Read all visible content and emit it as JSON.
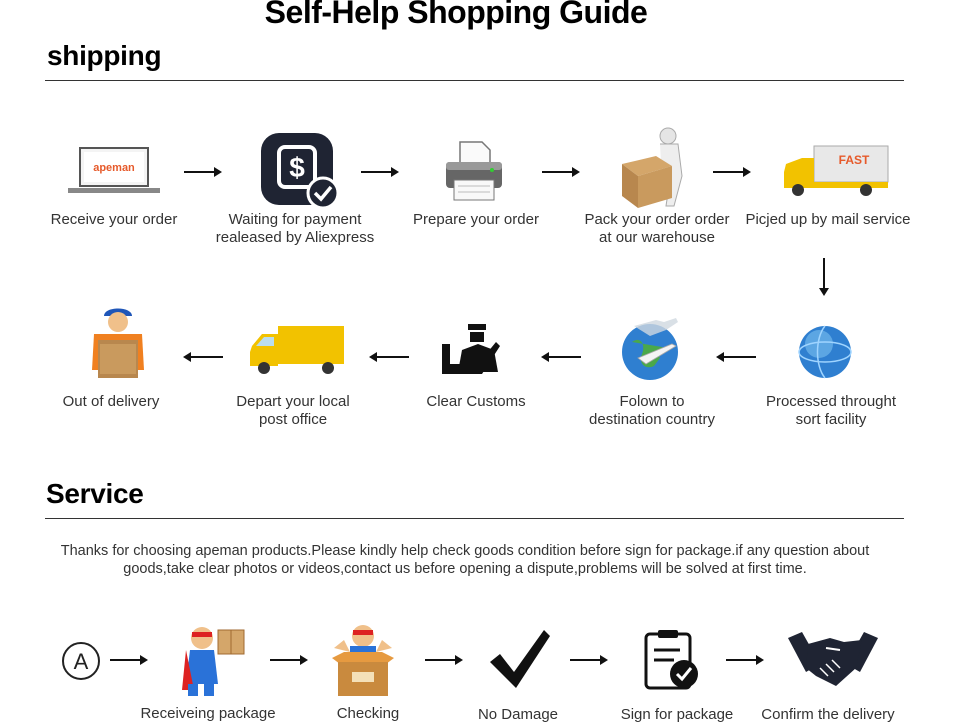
{
  "title": "Self-Help Shopping Guide",
  "shipping": {
    "heading": "shipping",
    "steps": [
      {
        "line1": "Receive your order",
        "line2": "",
        "icon": "computer-monitor-icon",
        "brand": "apeman"
      },
      {
        "line1": "Waiting for payment",
        "line2": "realeased by Aliexpress",
        "icon": "payment-check-icon"
      },
      {
        "line1": "Prepare your order",
        "line2": "",
        "icon": "printer-icon"
      },
      {
        "line1": "Pack your order order",
        "line2": "at our warehouse",
        "icon": "worker-box-icon"
      },
      {
        "line1": "Picjed up by mail service",
        "line2": "",
        "icon": "fast-truck-icon",
        "truck_text": "FAST"
      },
      {
        "line1": "Processed throught",
        "line2": "sort facility",
        "icon": "globe-icon"
      },
      {
        "line1": "Folown to",
        "line2": "destination country",
        "icon": "globe-airplane-icon"
      },
      {
        "line1": "Clear Customs",
        "line2": "",
        "icon": "customs-officer-icon"
      },
      {
        "line1": "Depart your local",
        "line2": "post office",
        "icon": "delivery-truck-icon"
      },
      {
        "line1": "Out of delivery",
        "line2": "",
        "icon": "courier-package-icon"
      }
    ]
  },
  "service": {
    "heading": "Service",
    "text_line1": "Thanks for choosing apeman products.Please kindly help check goods condition before sign for package.if any question about",
    "text_line2": "goods,take clear photos or videos,contact us before opening a dispute,problems will be solved at first time.",
    "start_letter": "A",
    "steps": [
      {
        "label": "Receiveing package",
        "icon": "superhero-package-icon"
      },
      {
        "label": "Checking",
        "icon": "superhero-open-box-icon"
      },
      {
        "label": "No Damage",
        "icon": "checkmark-icon"
      },
      {
        "label": "Sign for package",
        "icon": "clipboard-check-icon"
      },
      {
        "label": "Confirm the delivery",
        "icon": "handshake-icon"
      }
    ]
  },
  "colors": {
    "brand_orange": "#e65a2b",
    "dark_navy": "#1f2433",
    "truck_yellow": "#f2c200",
    "box_brown": "#b8874e",
    "globe_blue": "#2f7fd0"
  }
}
